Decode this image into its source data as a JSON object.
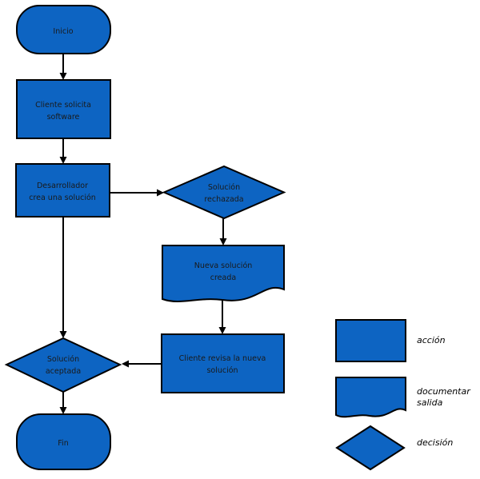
{
  "colors": {
    "shape_fill": "#0d64c2",
    "shape_stroke": "#000000",
    "node_text": "#1a1a1a",
    "legend_text": "#000000",
    "background": "#ffffff"
  },
  "nodes": {
    "inicio": {
      "type": "terminator",
      "lines": [
        "Inicio"
      ]
    },
    "cliente_solicita": {
      "type": "action",
      "lines": [
        "Cliente solicita",
        "software"
      ]
    },
    "desarrollador": {
      "type": "action",
      "lines": [
        "Desarrollador",
        "crea una solución"
      ]
    },
    "solucion_rechazada": {
      "type": "decision",
      "lines": [
        "Solución",
        "rechazada"
      ]
    },
    "nueva_solucion": {
      "type": "document",
      "lines": [
        "Nueva solución",
        "creada"
      ]
    },
    "cliente_revisa": {
      "type": "action",
      "lines": [
        "Cliente revisa la nueva",
        "solución"
      ]
    },
    "solucion_aceptada": {
      "type": "decision",
      "lines": [
        "Solución",
        "aceptada"
      ]
    },
    "fin": {
      "type": "terminator",
      "lines": [
        "Fin"
      ]
    }
  },
  "edges": [
    {
      "from": "inicio",
      "to": "cliente_solicita"
    },
    {
      "from": "cliente_solicita",
      "to": "desarrollador"
    },
    {
      "from": "desarrollador",
      "to": "solucion_rechazada"
    },
    {
      "from": "solucion_rechazada",
      "to": "nueva_solucion"
    },
    {
      "from": "nueva_solucion",
      "to": "cliente_revisa"
    },
    {
      "from": "cliente_revisa",
      "to": "solucion_aceptada"
    },
    {
      "from": "desarrollador",
      "to": "solucion_aceptada"
    },
    {
      "from": "solucion_aceptada",
      "to": "fin"
    }
  ],
  "legend": {
    "items": [
      {
        "shape": "action",
        "lines": [
          "acción"
        ]
      },
      {
        "shape": "document",
        "lines": [
          "documentar",
          "salida"
        ]
      },
      {
        "shape": "decision",
        "lines": [
          "decisión"
        ]
      }
    ]
  }
}
